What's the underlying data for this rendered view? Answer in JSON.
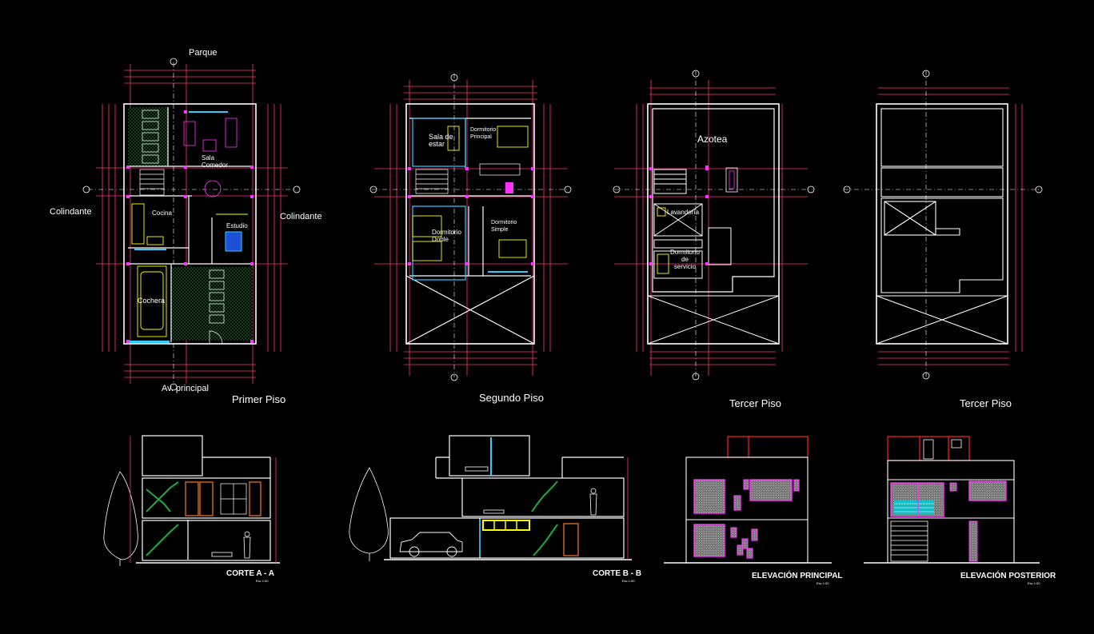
{
  "plans": {
    "primer": {
      "title": "Primer Piso",
      "top_label": "Parque",
      "bottom_label": "Av. principal",
      "left_label": "Colindante",
      "right_label": "Colindante",
      "rooms": {
        "sala_comedor": "Sala\nComedor",
        "cocina": "Cocina",
        "estudio": "Estudio",
        "cochera": "Cochera"
      }
    },
    "segundo": {
      "title": "Segundo Piso",
      "rooms": {
        "sala_estar": "Sala de\nestar",
        "dorm_principal": "Dormitorio\nPrincipal",
        "dorm_doble": "Dormitorio\nDoble",
        "dorm_simple": "Dormitorio\nSimple"
      }
    },
    "tercer": {
      "title": "Tercer Piso",
      "rooms": {
        "azotea": "Azotea",
        "lavanderia": "Lavandería",
        "dorm_servicio": "Dormitorio\nde\nservicio"
      }
    },
    "cuarto": {
      "title": "Tercer Piso"
    }
  },
  "sections": {
    "corte_a": {
      "title": "CORTE A - A",
      "scale": "Esc 1:50"
    },
    "corte_b": {
      "title": "CORTE B - B",
      "scale": "Esc 1:50"
    },
    "elev_principal": {
      "title": "ELEVACIÓN PRINCIPAL",
      "scale": "Esc 1:50"
    },
    "elev_posterior": {
      "title": "ELEVACIÓN POSTERIOR",
      "scale": "Esc 1:50"
    }
  },
  "colors": {
    "background": "#000000",
    "walls": "#ffffff",
    "dimensions": "#ff3377",
    "furniture": "#ffff00",
    "glass": "#33ccff",
    "green_hatch": "#1faa3a",
    "doors": "#c8641e",
    "windows_accent": "#ff33ff",
    "red_parapet": "#ff2222"
  }
}
